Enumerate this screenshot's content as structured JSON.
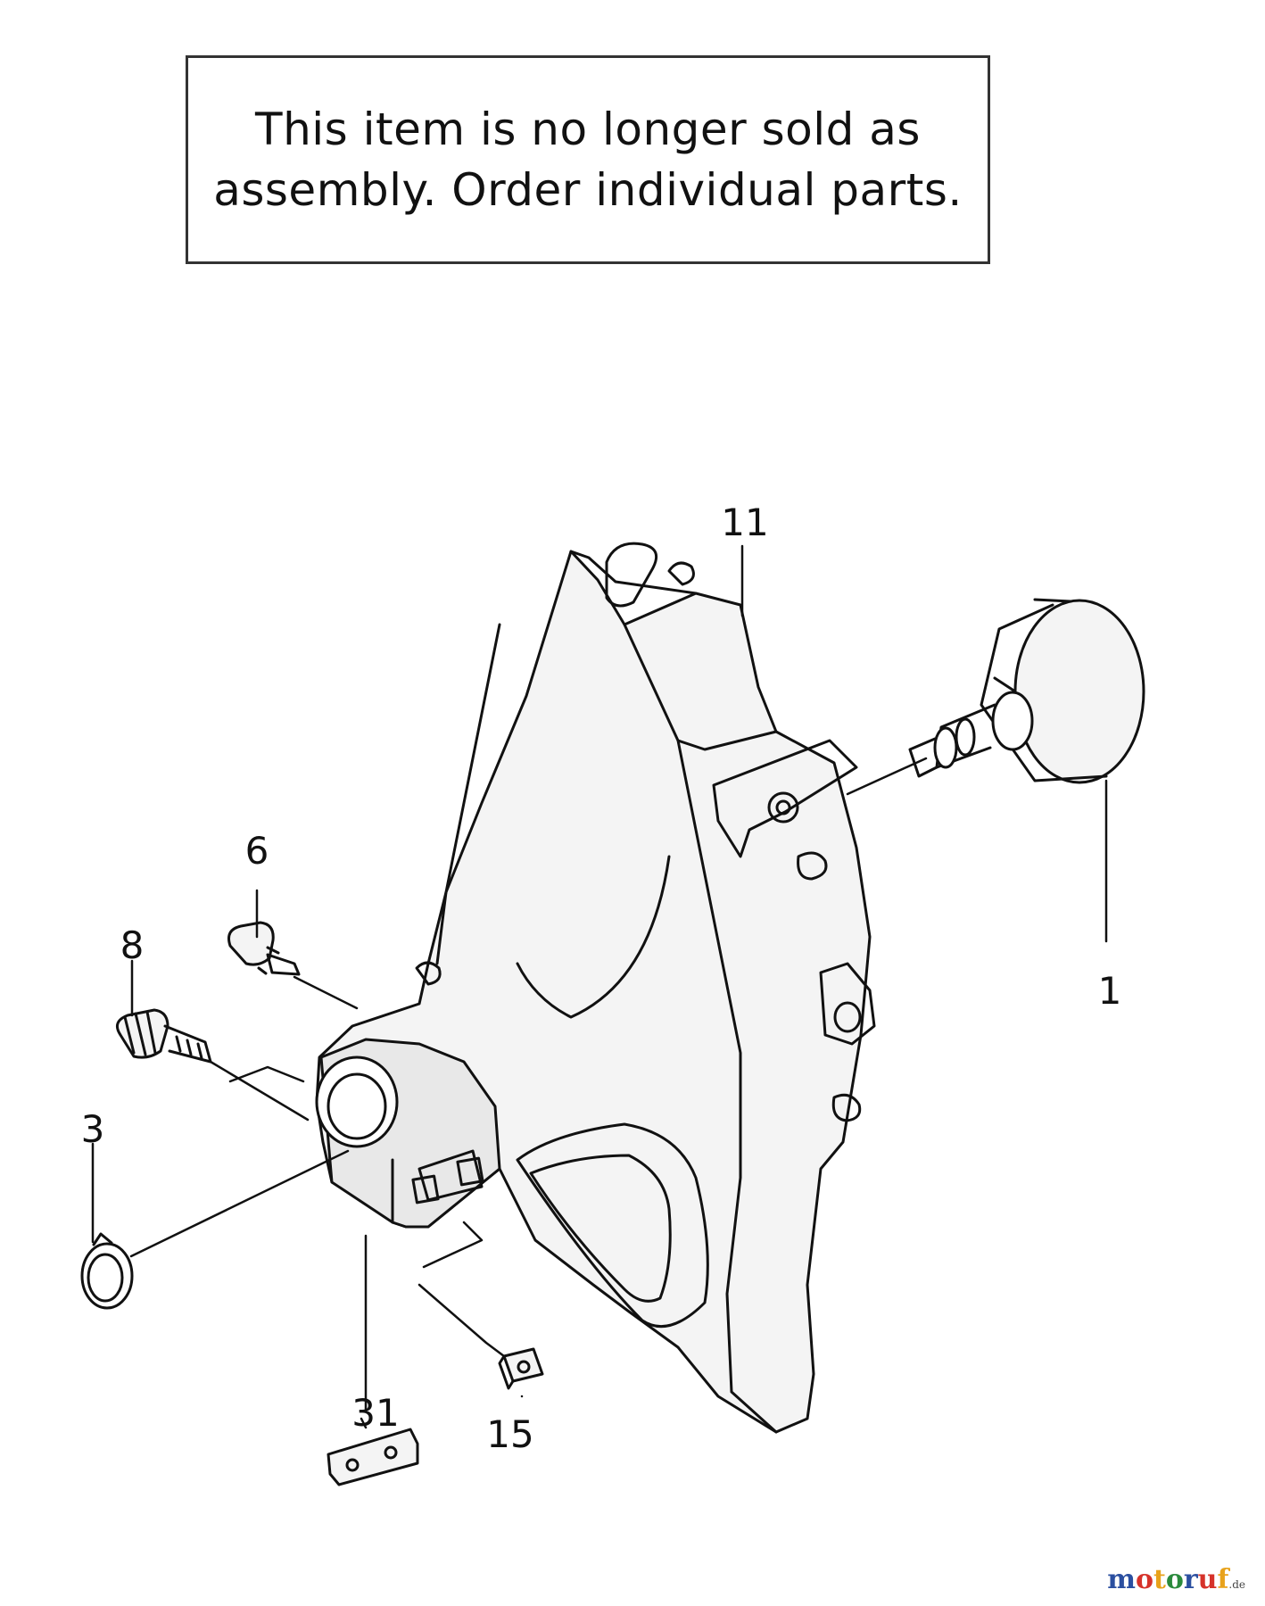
{
  "notice": {
    "line1": "This item is no longer sold as",
    "line2": "assembly. Order individual parts."
  },
  "callouts": {
    "part_11": "11",
    "part_1": "1",
    "part_6": "6",
    "part_8": "8",
    "part_3": "3",
    "part_31": "31",
    "part_15": "15"
  },
  "watermark": {
    "letters": [
      "m",
      "o",
      "t",
      "o",
      "r",
      "u",
      "f"
    ],
    "colors": [
      "#2b4fa0",
      "#d6322a",
      "#e8a21b",
      "#2a8a3c",
      "#2b4fa0",
      "#d6322a",
      "#e8a21b"
    ],
    "suffix": ".de"
  }
}
